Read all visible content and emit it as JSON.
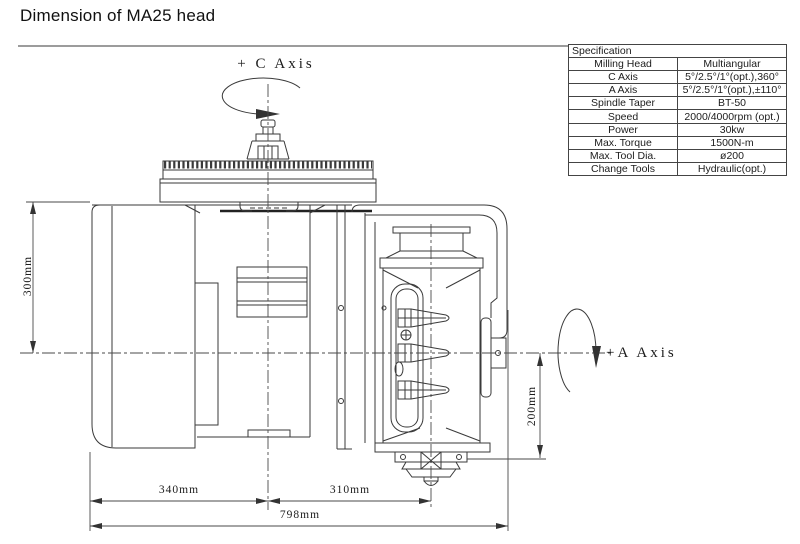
{
  "title": "Dimension of MA25 head",
  "axis_labels": {
    "c_axis": "+ C Axis",
    "a_axis": "+A Axis"
  },
  "dimensions": {
    "height_motor": "300mm",
    "height_spindle": "200mm",
    "width_left": "340mm",
    "width_right": "310mm",
    "width_total": "798mm"
  },
  "spec_table": {
    "header": "Specification",
    "rows": [
      {
        "label": "Milling Head",
        "value": "Multiangular"
      },
      {
        "label": "C Axis",
        "value": "5°/2.5°/1°(opt.),360°"
      },
      {
        "label": "A Axis",
        "value": "5°/2.5°/1°(opt.),±110°"
      },
      {
        "label": "Spindle Taper",
        "value": "BT-50"
      },
      {
        "label": "Speed",
        "value": "2000/4000rpm (opt.)"
      },
      {
        "label": "Power",
        "value": "30kw"
      },
      {
        "label": "Max. Torque",
        "value": "1500N-m"
      },
      {
        "label": "Max. Tool Dia.",
        "value": "ø200"
      },
      {
        "label": "Change Tools",
        "value": "Hydraulic(opt.)"
      }
    ]
  }
}
